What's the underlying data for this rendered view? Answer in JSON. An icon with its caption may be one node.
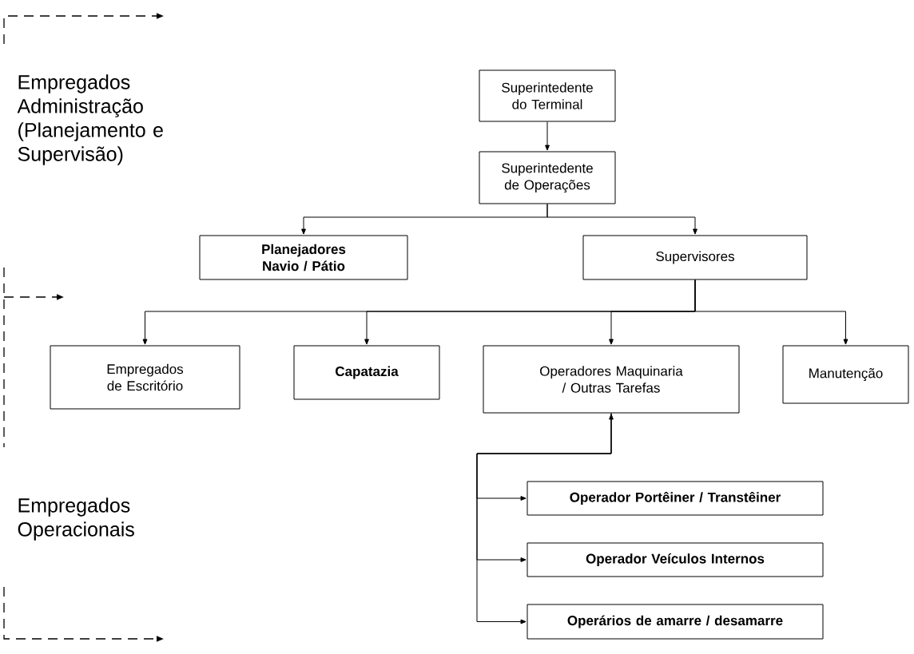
{
  "diagram": {
    "nodes": [
      {
        "text": [
          "Superintedente do Terminal"
        ]
      },
      {
        "text": [
          "Superintedente de Operações"
        ]
      },
      {
        "text": [
          "Planejadores Navio / Pátio"
        ]
      },
      {
        "text": [
          "Supervisores"
        ]
      },
      {
        "text": [
          "Empregados de Escritório"
        ]
      },
      {
        "text": [
          "Capatazia"
        ]
      },
      {
        "text": [
          "Operadores Maquinaria / Outras Tarefas"
        ]
      },
      {
        "text": [
          "Manutenção"
        ]
      },
      {
        "text": [
          "Operador Portêiner / Transtêiner"
        ]
      },
      {
        "text": [
          "Operador Veículos Internos"
        ]
      },
      {
        "text": [
          "Operários de amarre / desamarre"
        ]
      }
    ],
    "edges": [
      {
        "from": 0,
        "to": 1,
        "arrow": "to"
      },
      {
        "from": 1,
        "to": 2,
        "arrow": "to"
      },
      {
        "from": 1,
        "to": 3,
        "arrow": "to"
      },
      {
        "from": 3,
        "to": 4,
        "arrow": "to"
      },
      {
        "from": 3,
        "to": 5,
        "arrow": "to"
      },
      {
        "from": 3,
        "to": 6,
        "arrow": "to"
      },
      {
        "from": 3,
        "to": 7,
        "arrow": "to"
      },
      {
        "from": 6,
        "to": 8,
        "arrow": "both"
      },
      {
        "from": 6,
        "to": 9,
        "arrow": "to"
      },
      {
        "from": 6,
        "to": 10,
        "arrow": "to"
      }
    ],
    "labels": [
      "Empregados Administração (Planejamento e Supervisão)",
      "Empregados Operacionais"
    ]
  }
}
